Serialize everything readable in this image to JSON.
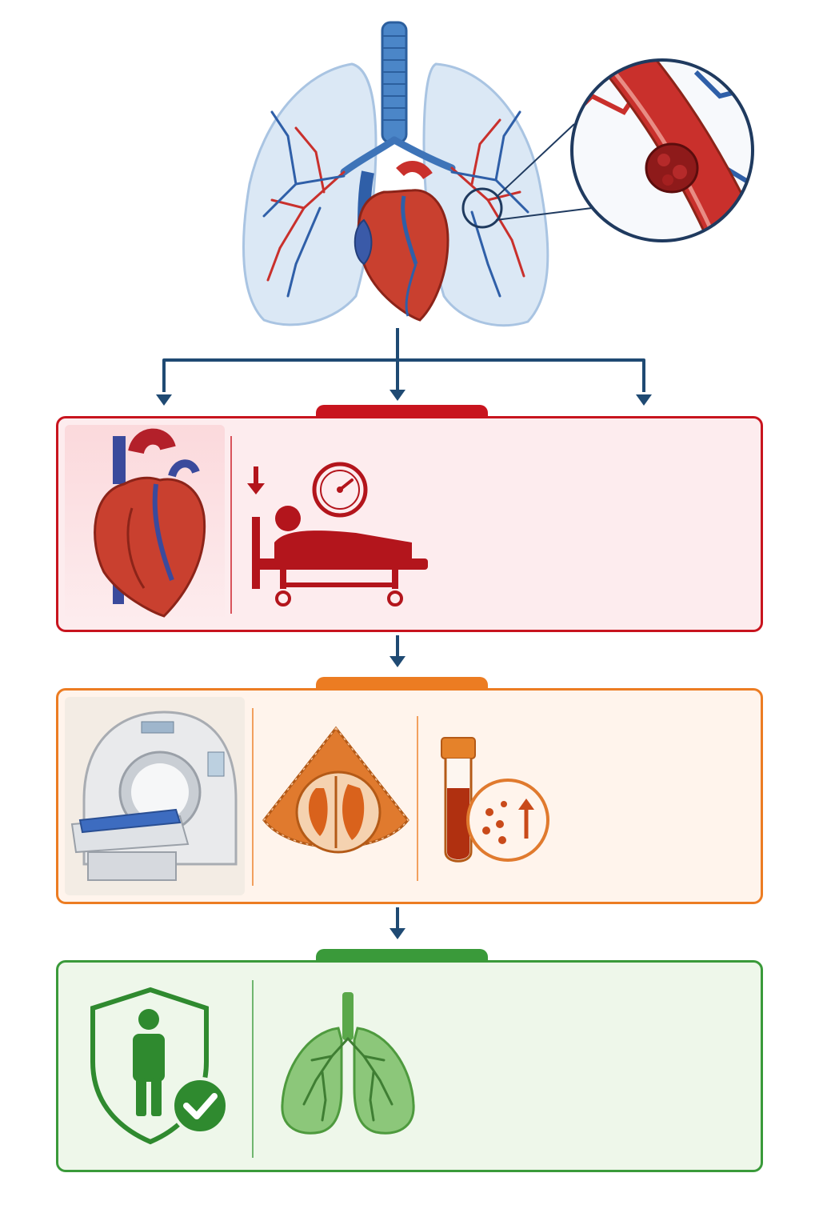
{
  "colors": {
    "flow_arrow": "#1f4a73",
    "panel_red": "#c8141e",
    "panel_red_bg": "#fdecee",
    "panel_orange": "#ec7c22",
    "panel_orange_bg": "#fff4ec",
    "panel_green": "#3a9a3a",
    "panel_green_bg": "#eef7ea",
    "artery": "#c9302c",
    "vein": "#2f5fa8",
    "lung": "#dbe8f5"
  },
  "illustration": {
    "main": "lungs-heart-illustration",
    "zoom": "blood-clot-magnified-vessel"
  },
  "panels": [
    {
      "id": "severity",
      "icons": [
        "heart-icon",
        "patient-bed-low-blood-pressure-icon",
        "pressure-gauge-icon"
      ]
    },
    {
      "id": "diagnosis",
      "icons": [
        "ct-scanner-icon",
        "echocardiogram-icon",
        "blood-test-tube-icon",
        "biomarker-increase-icon"
      ]
    },
    {
      "id": "outcome",
      "icons": [
        "protected-patient-shield-icon",
        "healthy-lungs-icon"
      ]
    }
  ]
}
